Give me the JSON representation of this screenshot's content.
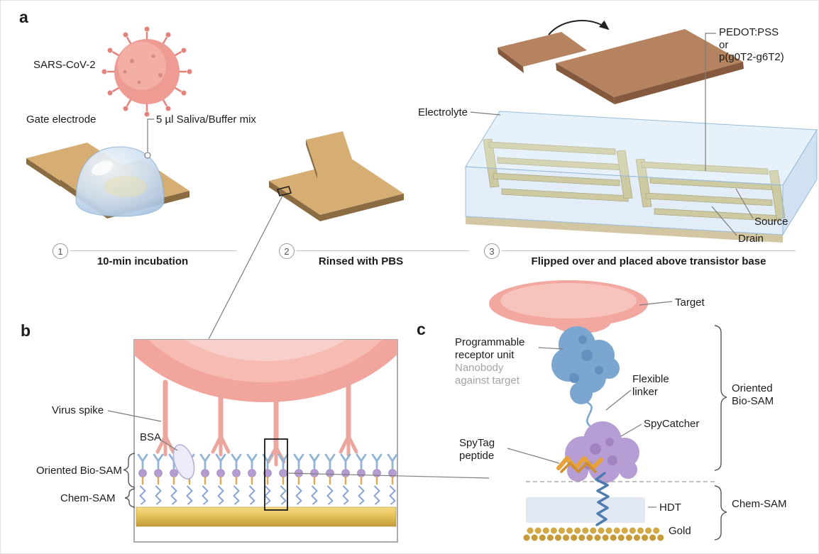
{
  "colors": {
    "gold": "#d9c065",
    "gold_dark": "#8a6b42",
    "tan_electrode": "#d6ad72",
    "brown_plate": "#b5835f",
    "brown_dark": "#84593d",
    "electrolyte_blue": "#bed8ee",
    "virus_pink": "#f2a59d",
    "spike_pink": "#eda69e",
    "receptor_blue": "#8fb3d6",
    "ball_purple": "#b49cd1",
    "stem_gold": "#d9a95c",
    "zigzag_blue": "#8aa4d4",
    "nanobody_blue": "#7aa6cf",
    "spycatcher_purple": "#b69dd4",
    "spytag_orange": "#e7a23a",
    "coil_blue": "#4f7cb0",
    "gold_bar": "#e6c25a",
    "hdt_gray": "#e2e8f1",
    "line_gray": "#8f8f8f",
    "text_dark": "#1c1c1c",
    "text_gray": "#a3a3ab"
  },
  "panel_a": {
    "label": "a",
    "sars_cov_2": "SARS-CoV-2",
    "gate_electrode": "Gate electrode",
    "saliva_mix": "5 µl Saliva/Buffer mix",
    "electrolyte": "Electrolyte",
    "pedot": "PEDOT:PSS\nor\np(g0T2-g6T2)",
    "source": "Source",
    "drain": "Drain",
    "steps": [
      {
        "num": "1",
        "caption": "10-min incubation"
      },
      {
        "num": "2",
        "caption": "Rinsed with PBS"
      },
      {
        "num": "3",
        "caption": "Flipped over and placed above transistor base"
      }
    ]
  },
  "panel_b": {
    "label": "b",
    "virus_spike": "Virus spike",
    "bsa": "BSA",
    "oriented_bio_sam": "Oriented Bio-SAM",
    "chem_sam": "Chem-SAM"
  },
  "panel_c": {
    "label": "c",
    "target": "Target",
    "programmable_receptor": "Programmable\nreceptor unit",
    "nanobody_sub": "Nanobody\nagainst target",
    "flexible_linker": "Flexible\nlinker",
    "spycatcher": "SpyCatcher",
    "spytag": "SpyTag\npeptide",
    "oriented_bio_sam": "Oriented\nBio-SAM",
    "chem_sam": "Chem-SAM",
    "hdt": "HDT",
    "gold": "Gold"
  }
}
